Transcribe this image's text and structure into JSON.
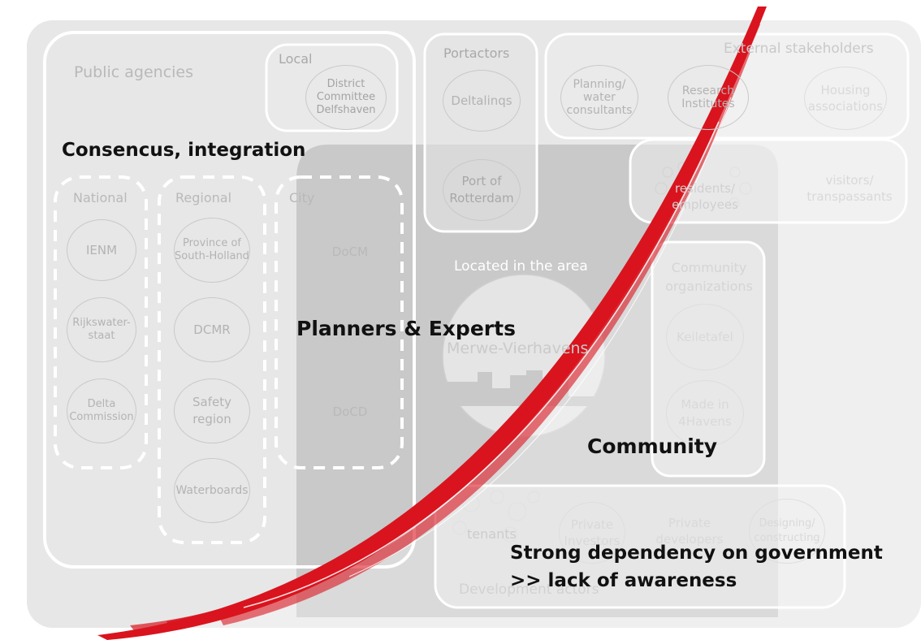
{
  "groups": {
    "public_agencies": "Public agencies",
    "local": "Local",
    "portactors": "Portactors",
    "external": "External stakeholders",
    "national": "National",
    "regional": "Regional",
    "city": "City",
    "located": "Located in the area",
    "community_orgs": "Community organizations",
    "development": "Development actors"
  },
  "nodes": {
    "district": "District\nCommittee\nDelfshaven",
    "deltalinqs": "Deltalinqs",
    "port": "Port of\nRotterdam",
    "planning": "Planning/\nwater\nconsultants",
    "research": "Research\nInstitutes",
    "housing": "Housing\nassociations",
    "visitors": "visitors/\ntranspassants",
    "residents": "residents/\nemployees",
    "ienm": "IENM",
    "rijkswaterstaat": "Rijkswater-\nstaat",
    "delta": "Delta\nCommission",
    "province": "Province of\nSouth-Holland",
    "dcmr": "DCMR",
    "safety": "Safety\nregion",
    "waterboards": "Waterboards",
    "docm": "DoCM",
    "docd": "DoCD",
    "merwe": "Merwe-Vierhavens",
    "keiletafel": "Keiletafel",
    "made": "Made in\n4Havens",
    "tenants": "tenants",
    "investors": "Private\nInvestors",
    "developers": "Private\ndevelopers",
    "designing": "Designing/\nconstructing"
  },
  "annotations": {
    "consensus": "Consencus, integration",
    "planners": "Planners & Experts",
    "community": "Community",
    "dependency_1": "Strong dependency on government",
    "dependency_2": ">> lack of awareness"
  },
  "colors": {
    "panel": "#e7e7e7",
    "planners_zone": "#c8c8c8",
    "accent_red": "#d9141e",
    "label_gray": "#b9b9b9"
  }
}
